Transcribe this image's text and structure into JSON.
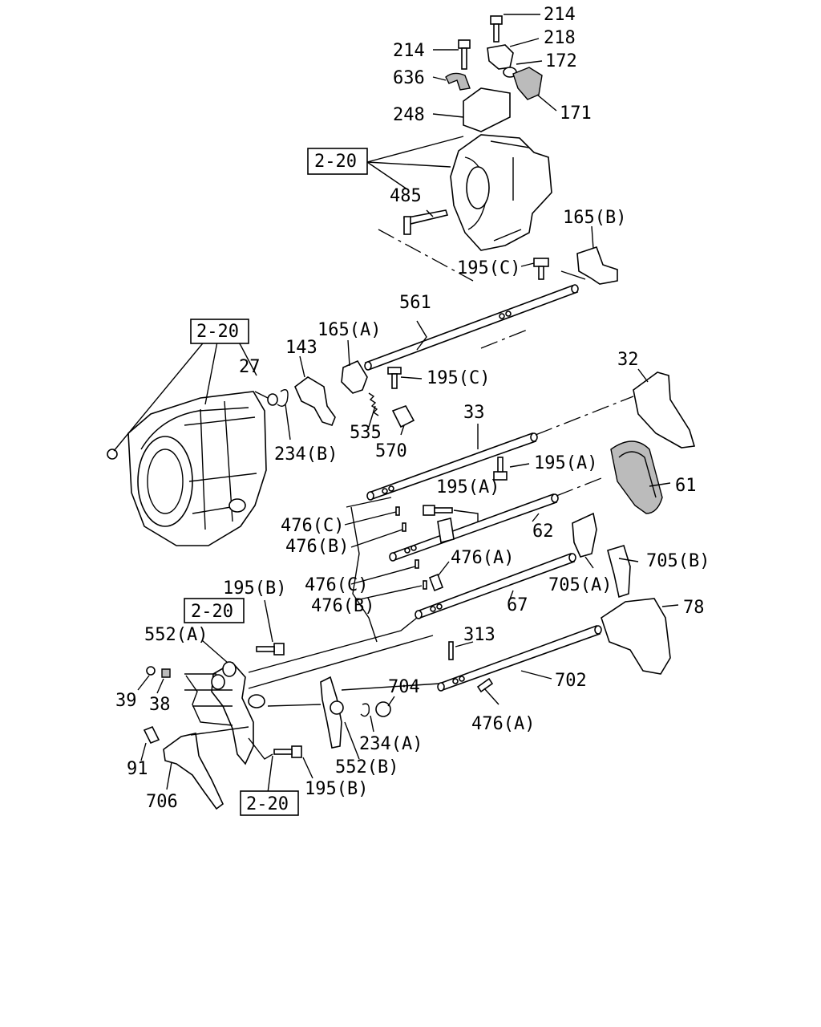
{
  "labels": [
    {
      "id": "l214a",
      "text": "214"
    },
    {
      "id": "l218",
      "text": "218"
    },
    {
      "id": "l214b",
      "text": "214"
    },
    {
      "id": "l172",
      "text": "172"
    },
    {
      "id": "l636",
      "text": "636"
    },
    {
      "id": "l248",
      "text": "248"
    },
    {
      "id": "l171",
      "text": "171"
    },
    {
      "id": "l485",
      "text": "485"
    },
    {
      "id": "l165b",
      "text": "165(B)"
    },
    {
      "id": "l195c1",
      "text": "195(C)"
    },
    {
      "id": "l561",
      "text": "561"
    },
    {
      "id": "l165a",
      "text": "165(A)"
    },
    {
      "id": "l143",
      "text": "143"
    },
    {
      "id": "l27",
      "text": "27"
    },
    {
      "id": "l195c2",
      "text": "195(C)"
    },
    {
      "id": "l32",
      "text": "32"
    },
    {
      "id": "l535",
      "text": "535"
    },
    {
      "id": "l570",
      "text": "570"
    },
    {
      "id": "l234b",
      "text": "234(B)"
    },
    {
      "id": "l33",
      "text": "33"
    },
    {
      "id": "l195a1",
      "text": "195(A)"
    },
    {
      "id": "l61",
      "text": "61"
    },
    {
      "id": "l195a2",
      "text": "195(A)"
    },
    {
      "id": "l476c1",
      "text": "476(C)"
    },
    {
      "id": "l62",
      "text": "62"
    },
    {
      "id": "l476b1",
      "text": "476(B)"
    },
    {
      "id": "l476a1",
      "text": "476(A)"
    },
    {
      "id": "l705b",
      "text": "705(B)"
    },
    {
      "id": "l705a",
      "text": "705(A)"
    },
    {
      "id": "l476c2",
      "text": "476(C)"
    },
    {
      "id": "l476b2",
      "text": "476(B)"
    },
    {
      "id": "l67",
      "text": "67"
    },
    {
      "id": "l78",
      "text": "78"
    },
    {
      "id": "l195b1",
      "text": "195(B)"
    },
    {
      "id": "l552a",
      "text": "552(A)"
    },
    {
      "id": "l313",
      "text": "313"
    },
    {
      "id": "l702",
      "text": "702"
    },
    {
      "id": "l39",
      "text": "39"
    },
    {
      "id": "l38",
      "text": "38"
    },
    {
      "id": "l704",
      "text": "704"
    },
    {
      "id": "l234a",
      "text": "234(A)"
    },
    {
      "id": "l476a2",
      "text": "476(A)"
    },
    {
      "id": "l91",
      "text": "91"
    },
    {
      "id": "l552b",
      "text": "552(B)"
    },
    {
      "id": "l195b2",
      "text": "195(B)"
    },
    {
      "id": "l706",
      "text": "706"
    }
  ],
  "refs": [
    {
      "id": "r1",
      "text": "2-20"
    },
    {
      "id": "r2",
      "text": "2-20"
    },
    {
      "id": "r3",
      "text": "2-20"
    },
    {
      "id": "r4",
      "text": "2-20"
    }
  ]
}
